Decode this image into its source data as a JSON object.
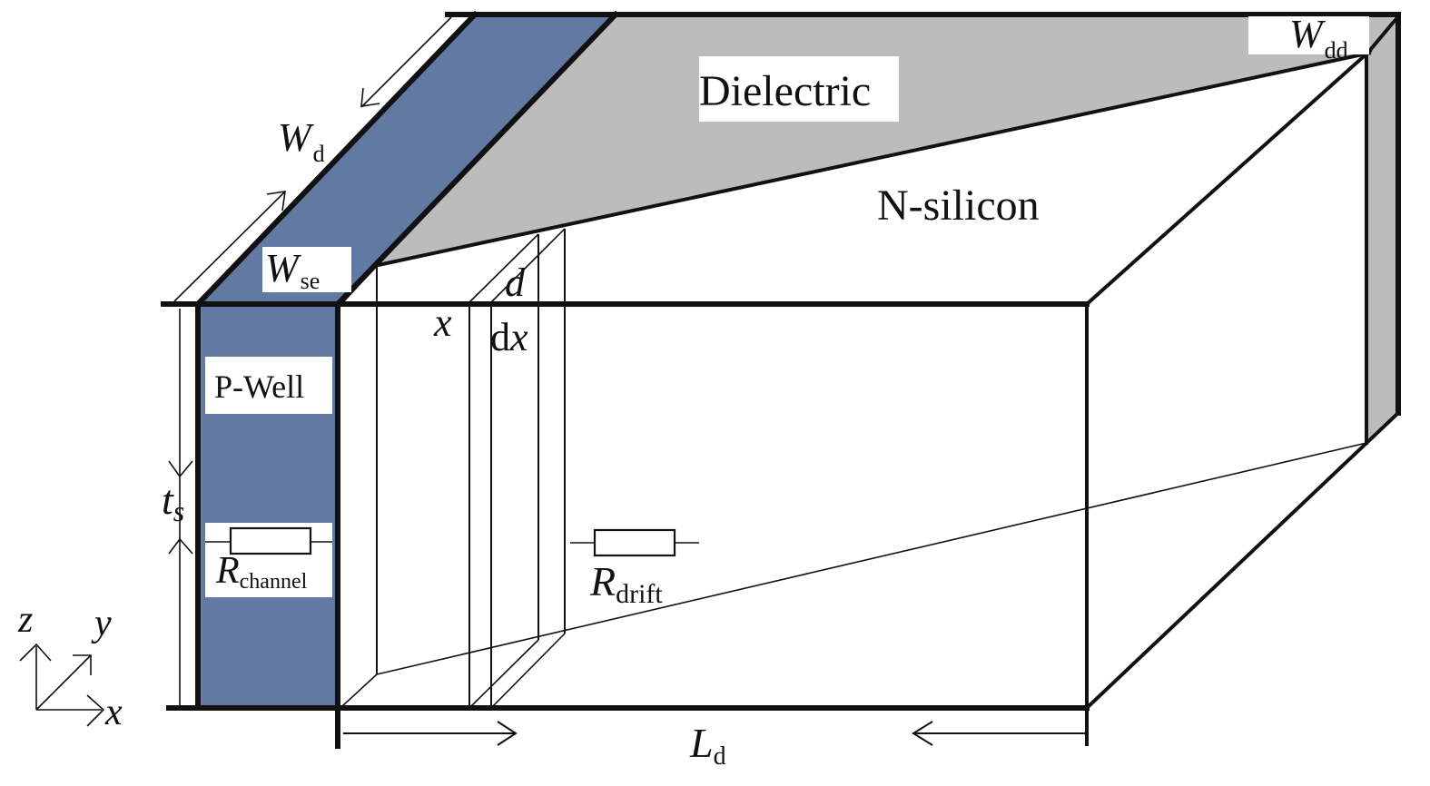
{
  "figure": {
    "description": "3D schematic of lateral device: P-Well channel, N-silicon drift region with dielectric top",
    "colors": {
      "p_well_fill": "#6279a3",
      "dielectric_fill": "#bcbcbc",
      "n_silicon_fill": "#ffffff",
      "line": "#111111"
    }
  },
  "regions": {
    "dielectric": "Dielectric",
    "n_silicon": "N-silicon",
    "p_well": "P-Well"
  },
  "dimensions": {
    "wd": {
      "main": "W",
      "sub": "d"
    },
    "wse": {
      "main": "W",
      "sub": "se"
    },
    "wdd": {
      "main": "W",
      "sub": "dd"
    },
    "ts": {
      "main": "t",
      "sub": "s"
    },
    "ld": {
      "main": "L",
      "sub": "d"
    },
    "x": "x",
    "dx": {
      "prefix": "d",
      "var": "x"
    },
    "d": "d"
  },
  "resistors": {
    "channel": {
      "main": "R",
      "sub": "channel"
    },
    "drift": {
      "main": "R",
      "sub": "drift"
    }
  },
  "axes": {
    "z": "z",
    "y": "y",
    "x": "x"
  }
}
